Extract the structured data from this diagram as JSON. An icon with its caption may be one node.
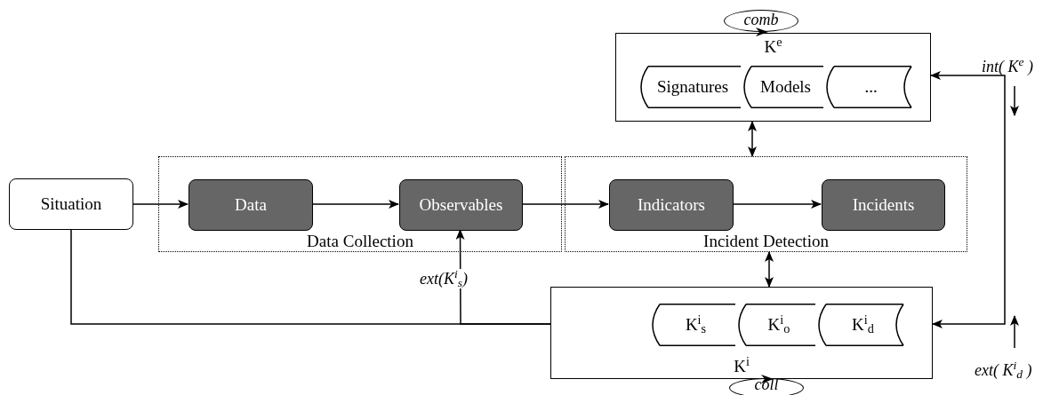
{
  "diagram": {
    "nodes": [
      {
        "text": [
          "Situation"
        ]
      },
      {
        "text": [
          "Data Collection"
        ]
      },
      {
        "text": [
          "Data"
        ],
        "in": 1
      },
      {
        "text": [
          "Observables"
        ],
        "in": 1
      },
      {
        "text": [
          "Incident Detection"
        ]
      },
      {
        "text": [
          "Indicators"
        ],
        "in": 4
      },
      {
        "text": [
          "Incidents"
        ],
        "in": 4
      },
      {
        "text": [
          "K$^{e}$"
        ]
      },
      {
        "text": [
          "Signatures"
        ],
        "in": 7
      },
      {
        "text": [
          "Models"
        ],
        "in": 7
      },
      {
        "text": [
          "..."
        ],
        "in": 7
      },
      {
        "text": [
          "K$^{i}$"
        ]
      },
      {
        "text": [
          "K$^{i}$$_{s}$"
        ],
        "in": 11
      },
      {
        "text": [
          "K$^{i}$$_{o}$"
        ],
        "in": 11
      },
      {
        "text": [
          "K$^{i}$$_{d}$"
        ],
        "in": 11
      },
      {
        "text": [
          "comb"
        ]
      },
      {
        "text": [
          "coll"
        ]
      }
    ],
    "edges": [
      {
        "from": 0,
        "to": 2,
        "arrow": "to"
      },
      {
        "from": 2,
        "to": 3,
        "arrow": "to"
      },
      {
        "from": 3,
        "to": 5,
        "arrow": "to"
      },
      {
        "from": 5,
        "to": 6,
        "arrow": "to"
      },
      {
        "from": 7,
        "to": 4,
        "arrow": "both"
      },
      {
        "from": 4,
        "to": 11,
        "arrow": "both"
      },
      {
        "from": 0,
        "to": 12,
        "arrow": "none"
      },
      {
        "from": 12,
        "to": 3,
        "arrow": "to",
        "label": "ext(K$^{i}$$_{s}$)"
      },
      {
        "from": 7,
        "to": 11,
        "arrow": "both"
      }
    ],
    "labels": [
      "int( K$^{e}$ )",
      "ext( K$^{i}$$_{d}$ )"
    ]
  }
}
